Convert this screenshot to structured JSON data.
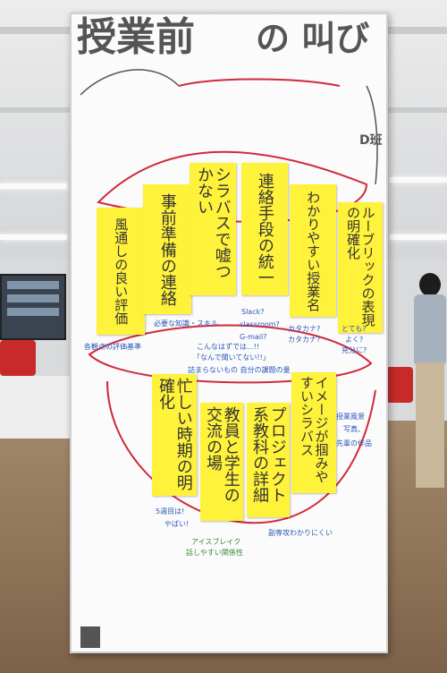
{
  "board": {
    "title_top": "授業前",
    "title_right": "の 叫び",
    "team": "D班"
  },
  "notes": [
    {
      "id": "n1",
      "text": "風通しの良い評価"
    },
    {
      "id": "n2",
      "text": "事前準備の連絡"
    },
    {
      "id": "n3",
      "text": "シラバスで嘘つかない"
    },
    {
      "id": "n4",
      "text": "連絡手段の統一"
    },
    {
      "id": "n5",
      "text": "わかりやすい授業名"
    },
    {
      "id": "n6",
      "text": "ルーブリックの表現の明確化"
    },
    {
      "id": "n7",
      "text": "忙しい時期の明確化"
    },
    {
      "id": "n8",
      "text": "教員と学生の交流の場"
    },
    {
      "id": "n9",
      "text": "プロジェクト系教科の詳細"
    },
    {
      "id": "n10",
      "text": "イメージが掴みやすいシラバス"
    }
  ],
  "annotations": {
    "a1": "必要な知識・スキル",
    "a2": "Slack?",
    "a3": "classroom?",
    "a4": "G-mail?",
    "a5": "カタカナ?",
    "a6": "カタカナ?",
    "a7": "とても?",
    "a8": "よく?",
    "a9": "充分に?",
    "a10": "こんなはずでは...!!",
    "a11": "「なんで聞いてない!!」",
    "a12": "詰まらないもの 自分の課題の量",
    "a13": "各観点の評価基準",
    "a14": "5週目は!",
    "a15": "やばい!",
    "a16": "アイスブレイク",
    "a17": "話しやすい関係性",
    "a18": "副専攻わかりにくい",
    "a19": "授業風景",
    "a20": "写真、",
    "a21": "先輩の作品"
  }
}
